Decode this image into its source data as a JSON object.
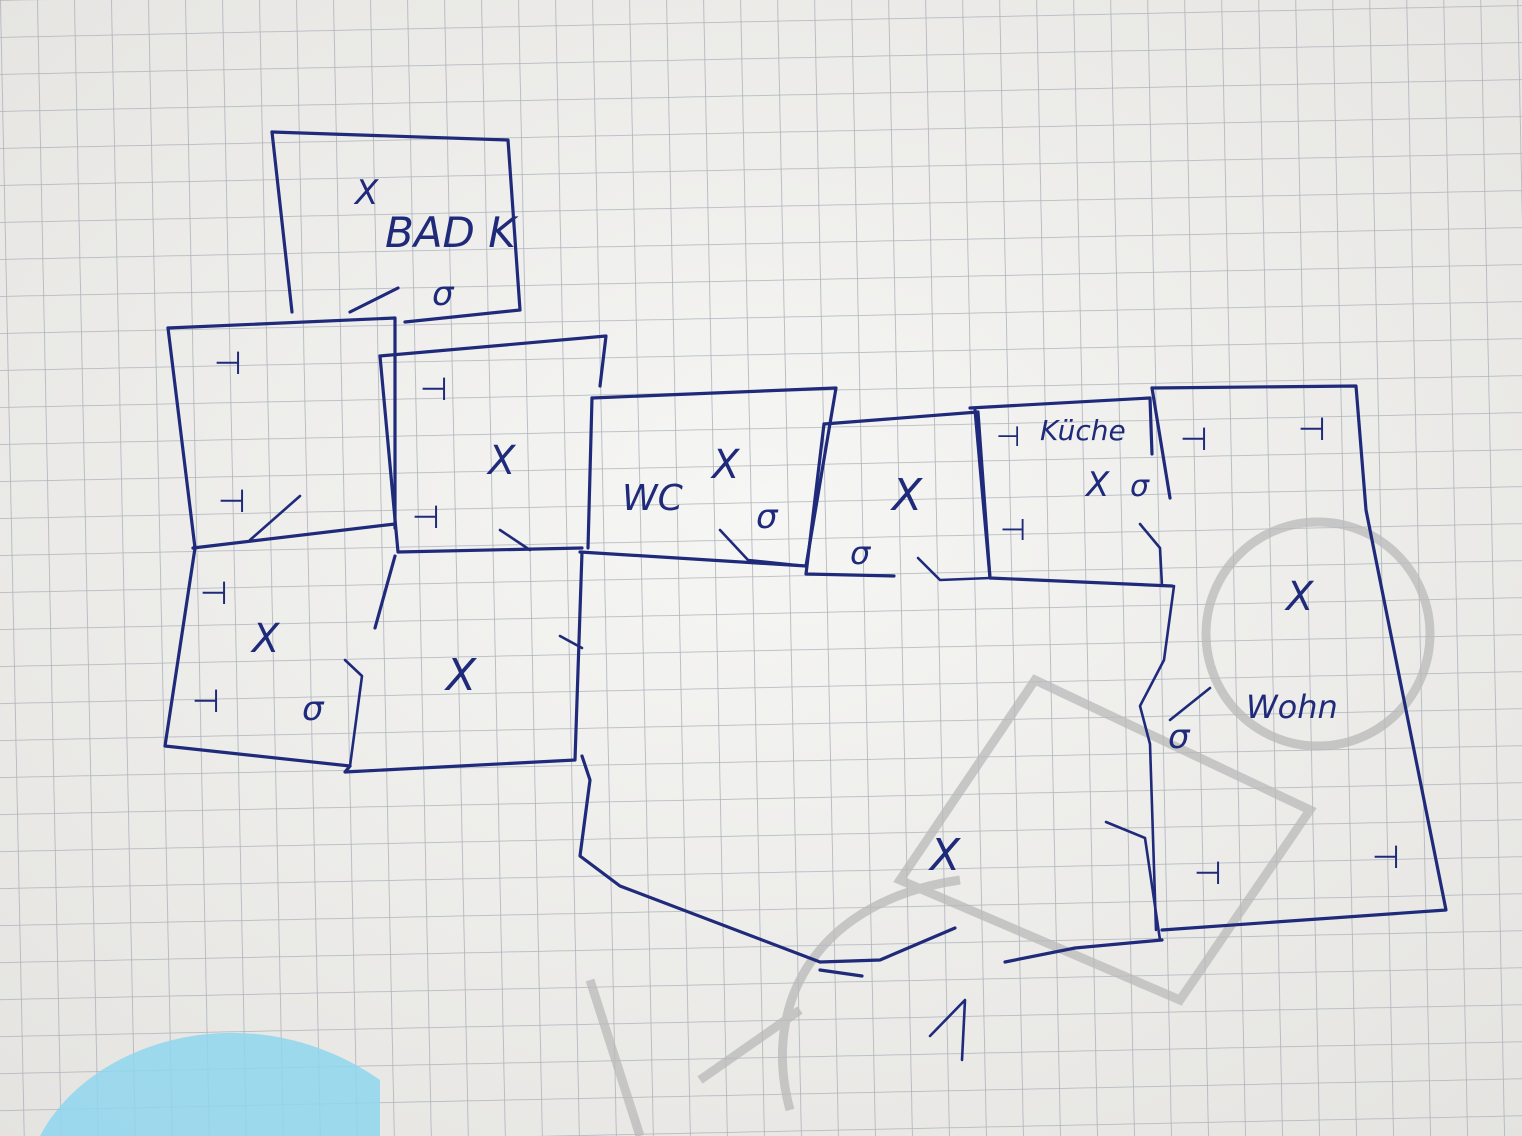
{
  "labels": {
    "bath": "BAD K",
    "wc": "WC",
    "kitchen": "Küche",
    "living": "Wohn"
  },
  "colors": {
    "paper": "#f1f0ee",
    "grid": "#aeb3bb",
    "ink": "#1f2a7a",
    "watermark": "#b9b9b9",
    "corner_accent": "#8fd6ef"
  },
  "marks": {
    "center_cross": "X",
    "outlet": "⊣",
    "switch": "σ"
  }
}
